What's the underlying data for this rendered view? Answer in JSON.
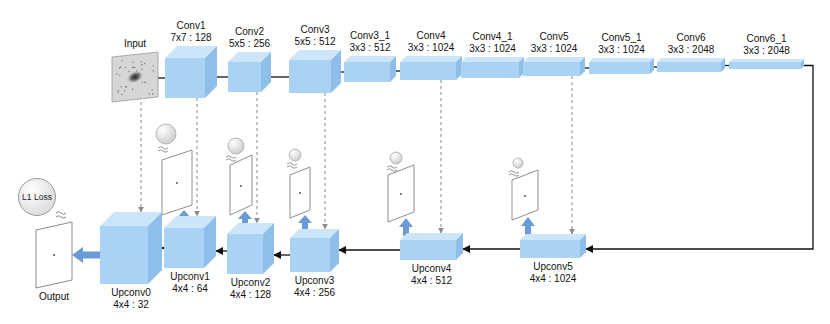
{
  "diagram": {
    "nodes": [
      {
        "text": [
          "Input"
        ]
      },
      {
        "text": [
          "Conv1",
          "7x7 : 128"
        ]
      },
      {
        "text": [
          "Conv2",
          "5x5 : 256"
        ]
      },
      {
        "text": [
          "Conv3",
          "5x5 : 512"
        ]
      },
      {
        "text": [
          "Conv3_1",
          "3x3 : 512"
        ]
      },
      {
        "text": [
          "Conv4",
          "3x3 : 1024"
        ]
      },
      {
        "text": [
          "Conv4_1",
          "3x3 : 1024"
        ]
      },
      {
        "text": [
          "Conv5",
          "3x3 : 1024"
        ]
      },
      {
        "text": [
          "Conv5_1",
          "3x3 : 1024"
        ]
      },
      {
        "text": [
          "Conv6",
          "3x3 : 2048"
        ]
      },
      {
        "text": [
          "Conv6_1",
          "3x3 : 2048"
        ]
      },
      {
        "text": [
          "Upconv5",
          "4x4 : 1024"
        ]
      },
      {
        "text": [
          "Upconv4",
          "4x4 : 512"
        ]
      },
      {
        "text": [
          "Upconv3",
          "4x4 : 256"
        ]
      },
      {
        "text": [
          "Upconv2",
          "4x4 : 128"
        ]
      },
      {
        "text": [
          "Upconv1",
          "4x4 : 64"
        ]
      },
      {
        "text": [
          "Upconv0",
          "4x4 : 32"
        ]
      },
      {
        "text": [
          "Output"
        ]
      },
      {
        "text": [
          "L1 Loss"
        ]
      }
    ],
    "edges": [
      {
        "from": 0,
        "to": 1,
        "arrow": "none"
      },
      {
        "from": 1,
        "to": 2,
        "arrow": "none"
      },
      {
        "from": 2,
        "to": 3,
        "arrow": "none"
      },
      {
        "from": 3,
        "to": 4,
        "arrow": "none"
      },
      {
        "from": 4,
        "to": 5,
        "arrow": "none"
      },
      {
        "from": 5,
        "to": 6,
        "arrow": "none"
      },
      {
        "from": 6,
        "to": 7,
        "arrow": "none"
      },
      {
        "from": 7,
        "to": 8,
        "arrow": "none"
      },
      {
        "from": 8,
        "to": 9,
        "arrow": "none"
      },
      {
        "from": 9,
        "to": 10,
        "arrow": "none"
      },
      {
        "from": 10,
        "to": 11,
        "arrow": "to"
      },
      {
        "from": 11,
        "to": 12,
        "arrow": "to"
      },
      {
        "from": 12,
        "to": 13,
        "arrow": "to"
      },
      {
        "from": 13,
        "to": 14,
        "arrow": "to"
      },
      {
        "from": 14,
        "to": 15,
        "arrow": "to"
      },
      {
        "from": 15,
        "to": 16,
        "arrow": "to"
      },
      {
        "from": 16,
        "to": 17,
        "arrow": "to"
      },
      {
        "from": 0,
        "to": 16,
        "arrow": "to"
      },
      {
        "from": 1,
        "to": 15,
        "arrow": "to"
      },
      {
        "from": 2,
        "to": 14,
        "arrow": "to"
      },
      {
        "from": 3,
        "to": 13,
        "arrow": "to"
      },
      {
        "from": 5,
        "to": 12,
        "arrow": "to"
      },
      {
        "from": 7,
        "to": 11,
        "arrow": "to"
      }
    ]
  }
}
